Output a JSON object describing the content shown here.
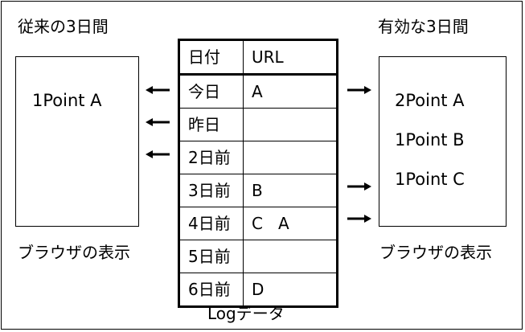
{
  "left": {
    "heading": "従来の3日間",
    "points": [
      "1Point A"
    ],
    "caption": "ブラウザの表示"
  },
  "right": {
    "heading": "有効な3日間",
    "points": [
      "2Point A",
      "1Point B",
      "1Point C"
    ],
    "caption": "ブラウザの表示"
  },
  "log": {
    "headers": [
      "日付",
      "URL"
    ],
    "rows": [
      {
        "date": "今日",
        "url": "A"
      },
      {
        "date": "昨日",
        "url": ""
      },
      {
        "date": "2日前",
        "url": ""
      },
      {
        "date": "3日前",
        "url": "B"
      },
      {
        "date": "4日前",
        "url": "C   A"
      },
      {
        "date": "5日前",
        "url": ""
      },
      {
        "date": "6日前",
        "url": "D"
      }
    ],
    "caption": "Logデータ"
  },
  "arrows": {
    "left_rows": [
      0,
      1,
      2
    ],
    "right_rows": [
      0,
      3,
      4
    ]
  }
}
